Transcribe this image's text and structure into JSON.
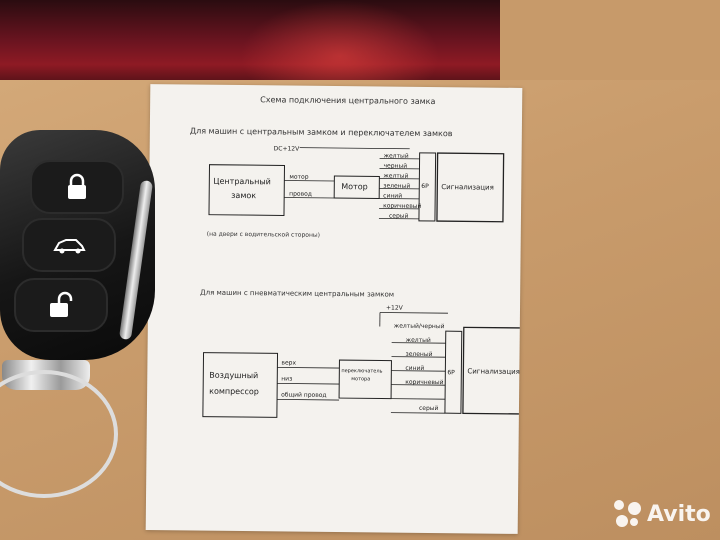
{
  "sheet": {
    "title": "Схема подключения центрального замка",
    "section1_title": "Для машин с центральным замком и переключателем замков",
    "section2_title": "Для машин с пневматическим центральным замком",
    "note": "(на двери с водительской стороны)"
  },
  "diagram1": {
    "box_central_lock_line1": "Центральный",
    "box_central_lock_line2": "замок",
    "box_motor": "Мотор",
    "box_alarm": "Сигнализация",
    "connector": "6P",
    "dc": "DC+12V",
    "wire_motor": "мотор",
    "wire_wire": "провод",
    "wires": [
      "желтый",
      "черный",
      "желтый",
      "зеленый",
      "синий",
      "коричневый",
      "серый"
    ]
  },
  "diagram2": {
    "box_compressor_line1": "Воздушный",
    "box_compressor_line2": "компрессор",
    "box_switch_line1": "переключатель",
    "box_switch_line2": "мотора",
    "box_alarm": "Сигнализация",
    "connector": "6P",
    "supply": "+12V",
    "wire_up": "верх",
    "wire_down": "низ",
    "wire_common": "общий провод",
    "wires": [
      "желтый/черный",
      "желтый",
      "зеленый",
      "синий",
      "коричневый",
      "серый"
    ]
  },
  "watermark": {
    "text": "Avito"
  },
  "colors": {
    "box": "#8e1a24",
    "cardboard": "#c99c6c",
    "paper": "#f4f2ee",
    "fob": "#161616"
  },
  "icons": [
    "lock-icon",
    "car-icon",
    "unlock-icon"
  ]
}
